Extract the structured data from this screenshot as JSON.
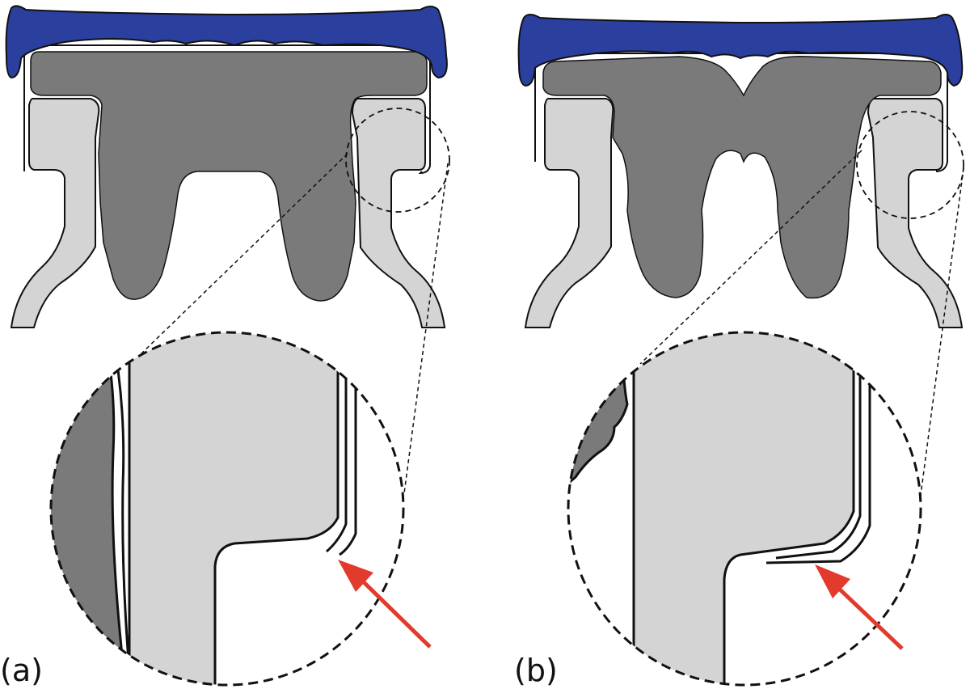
{
  "figure": {
    "colors": {
      "cover": "#2b3f9e",
      "core": "#7a7a7a",
      "shell": "#d4d4d4",
      "outline": "#111111",
      "arrow": "#e23a2c"
    },
    "panels": [
      {
        "label": "(a)",
        "variant": "intact-core",
        "arrow_icon": "red-arrow-icon"
      },
      {
        "label": "(b)",
        "variant": "split-core",
        "arrow_icon": "red-arrow-icon"
      }
    ]
  }
}
